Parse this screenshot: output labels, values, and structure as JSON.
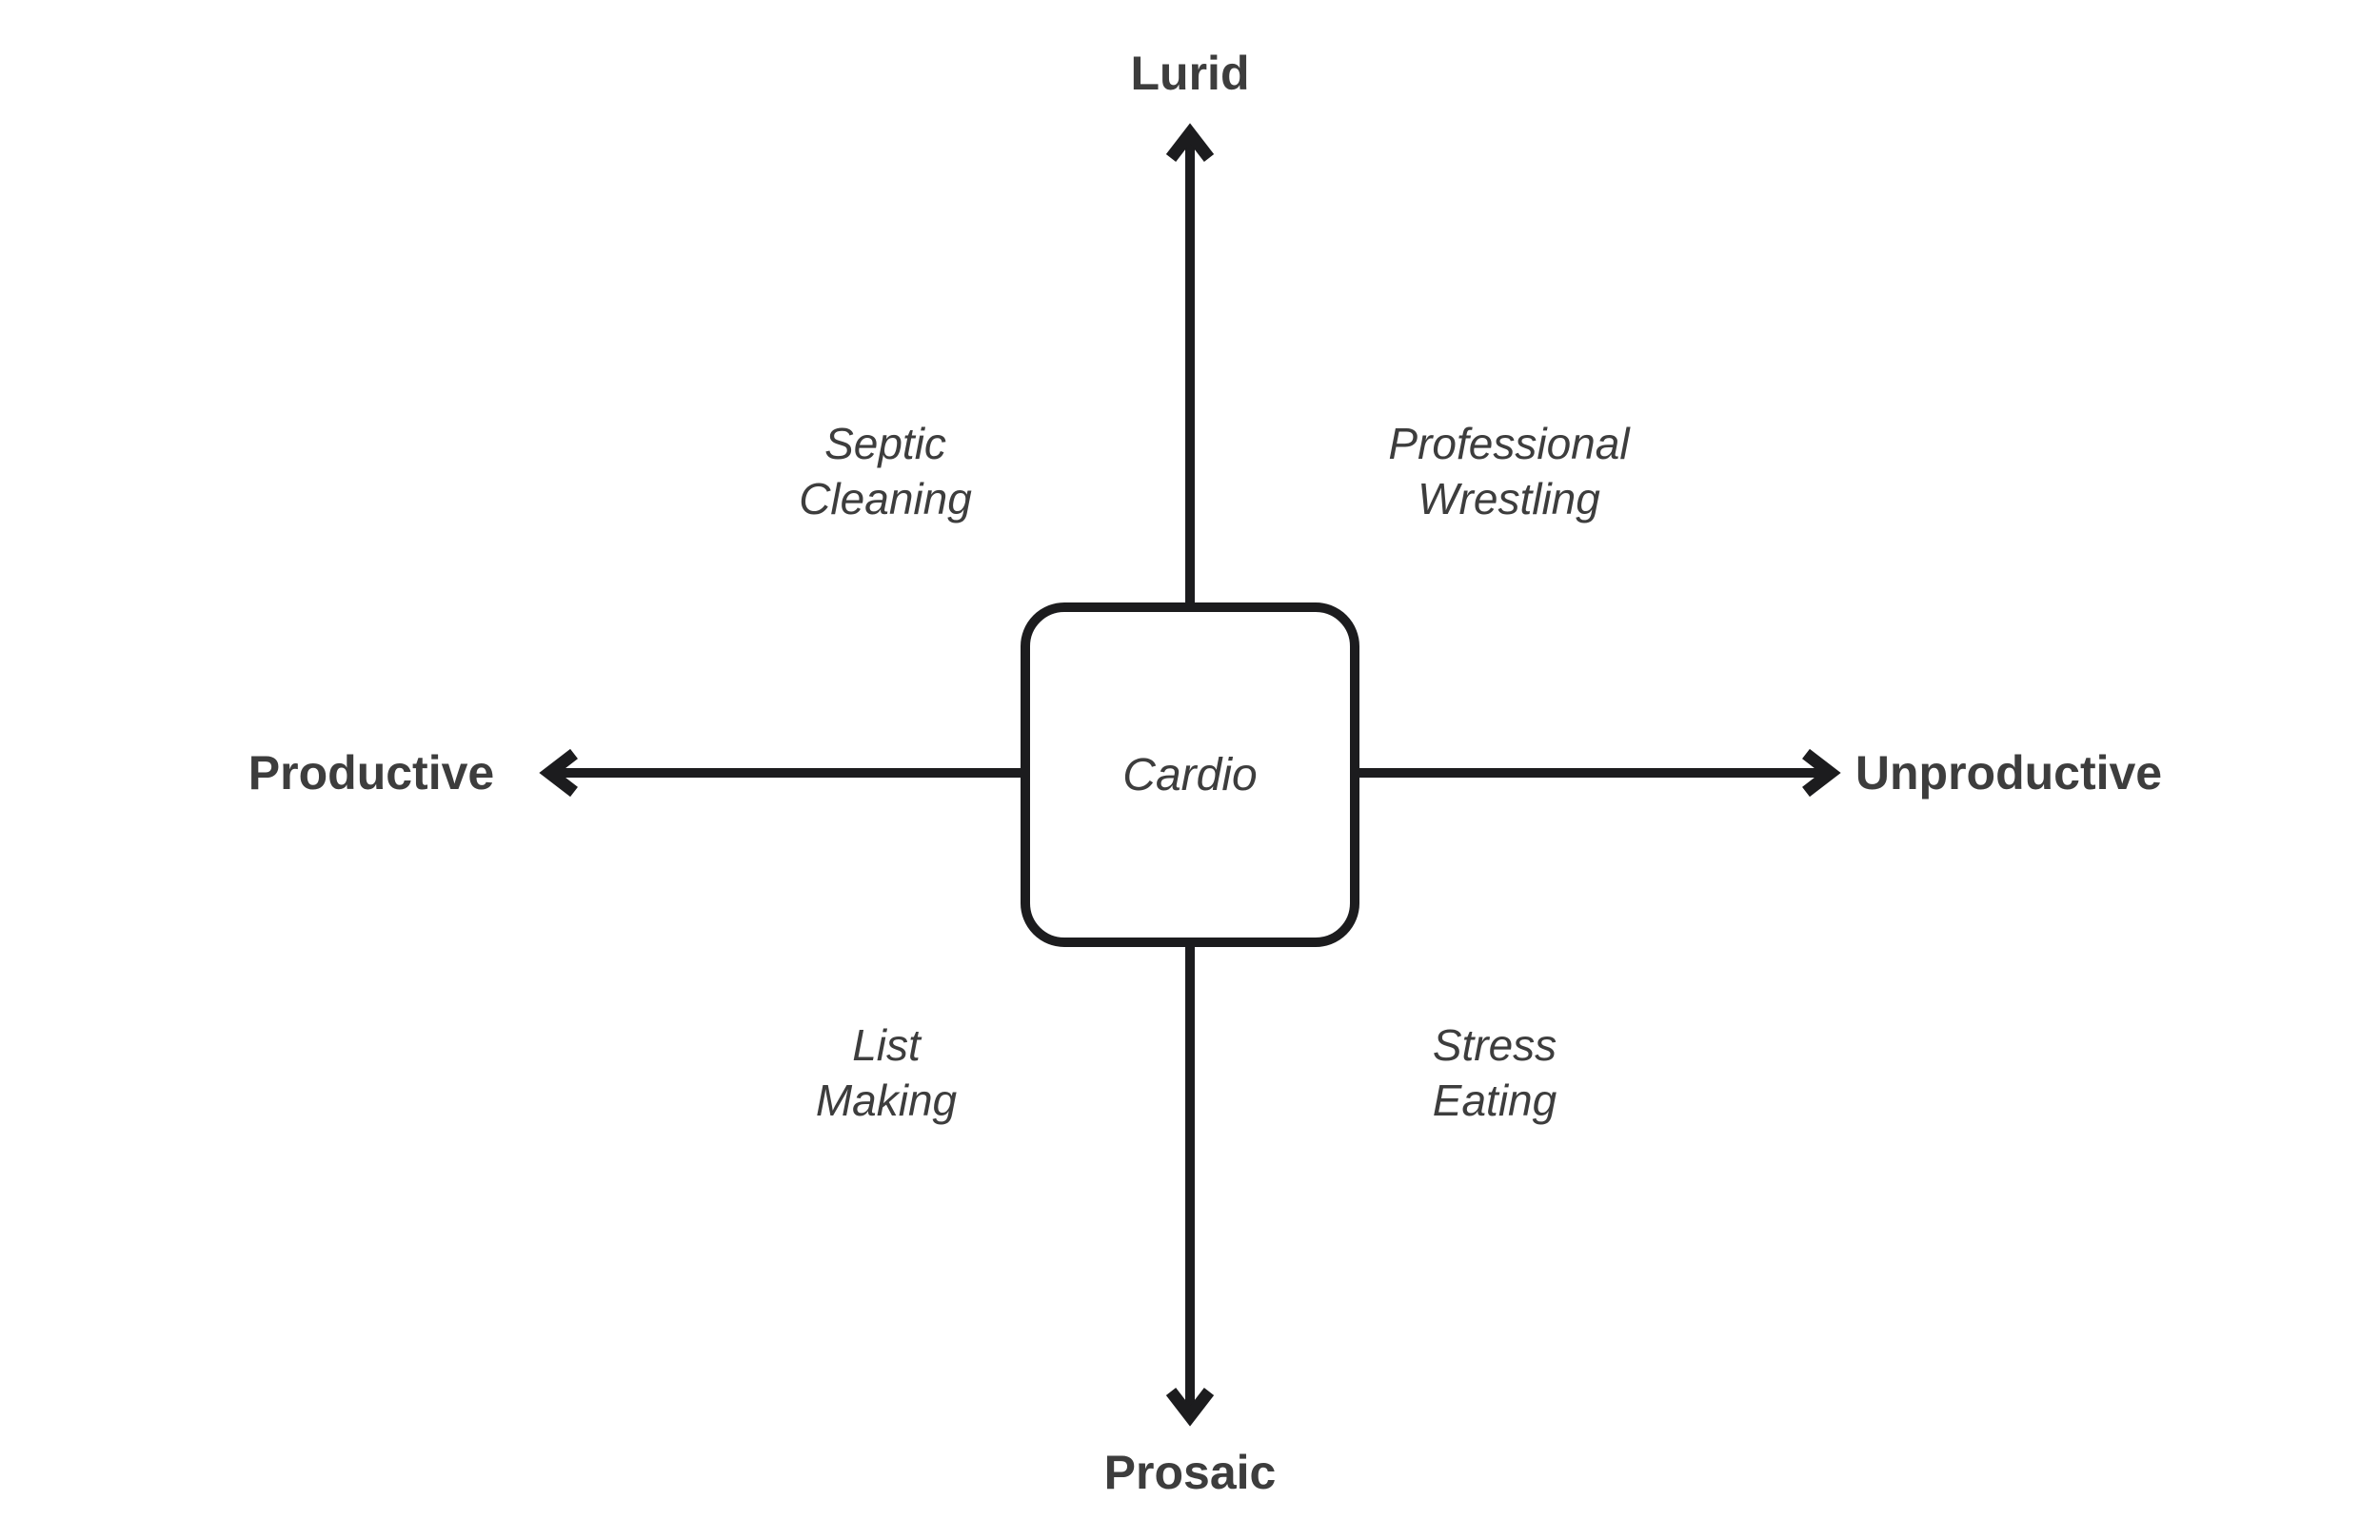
{
  "diagram": {
    "center_label": "Cardio",
    "axes": {
      "top": "Lurid",
      "bottom": "Prosaic",
      "left": "Productive",
      "right": "Unproductive"
    },
    "quadrants": {
      "top_left": {
        "line1": "Septic",
        "line2": "Cleaning"
      },
      "top_right": {
        "line1": "Professional",
        "line2": "Wrestling"
      },
      "bottom_left": {
        "line1": "List",
        "line2": "Making"
      },
      "bottom_right": {
        "line1": "Stress",
        "line2": "Eating"
      }
    },
    "colors": {
      "text": "#3d3d3d",
      "arrow": "#1c1c1e",
      "background": "#ffffff"
    }
  }
}
